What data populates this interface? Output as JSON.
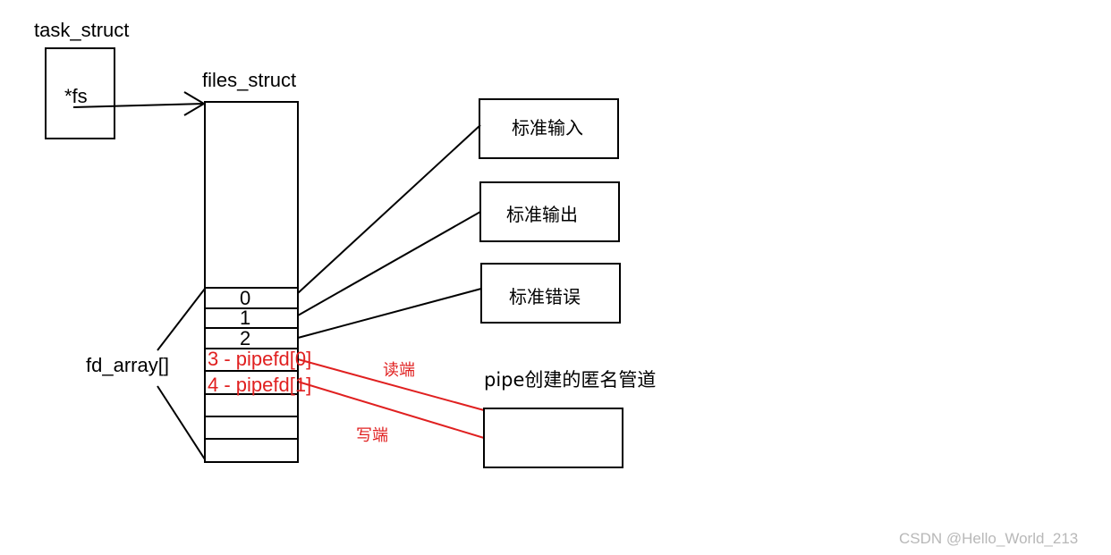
{
  "task_struct": {
    "title": "task_struct",
    "field": "*fs"
  },
  "files_struct": {
    "title": "files_struct"
  },
  "fd_array": {
    "label": "fd_array[]",
    "slots": [
      "0",
      "1",
      "2",
      "3 - pipefd[0]",
      "4 - pipefd[1]"
    ]
  },
  "devices": {
    "stdin": "标准输入",
    "stdout": "标准输出",
    "stderr": "标准错误"
  },
  "pipe": {
    "title": "pipe创建的匿名管道",
    "read_end": "读端",
    "write_end": "写端"
  },
  "colors": {
    "highlight": "#e02020",
    "line": "#000000"
  },
  "watermark": "CSDN @Hello_World_213"
}
